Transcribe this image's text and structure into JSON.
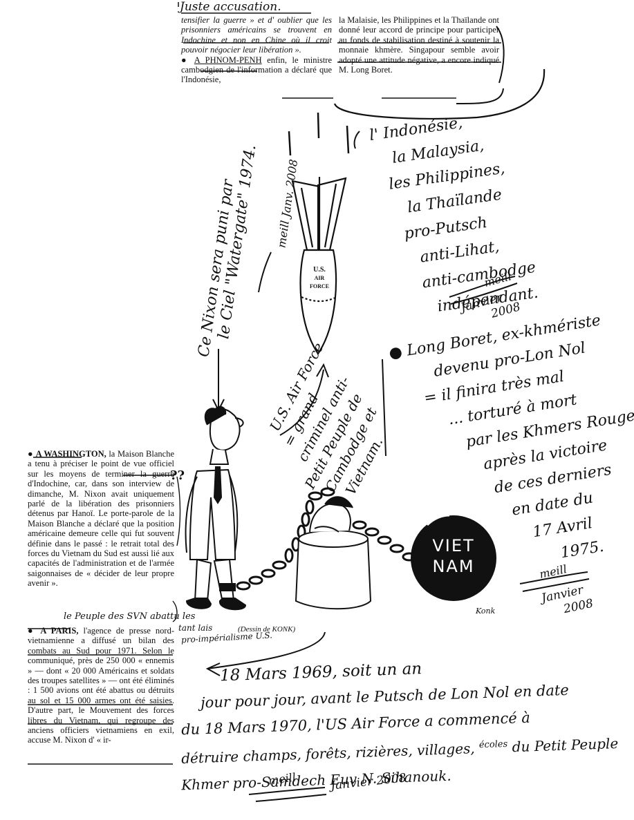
{
  "top_handwritten_header": "Juste accusation.",
  "top_left_article": {
    "text": "tensifier la guerre » et d' oublier que les prisonniers américains se trouvent en Indochine et non en Chine où il croit pouvoir négocier leur libération ».",
    "para2_lead": "A PHNOM-PENH",
    "para2_text": "enfin, le ministre cambodgien de l'information a déclaré que l'Indonésie,"
  },
  "top_right_article": {
    "text": "la Malaisie, les Philippines et la Thaïlande ont donné leur accord de principe pour participer au fonds de stabilisation destiné à soutenir la monnaie khmère. Singapour semble avoir adopté une attitude négative, a encore indiqué M. Long Boret."
  },
  "vertical_note": {
    "line1": "Ce Nixon sera puni par",
    "line2": "le Ciel \"Watergate\" 1974.",
    "signature": "meill",
    "date": "Janv. 2008"
  },
  "bomb_label": {
    "line1": "U.S.",
    "line2": "AIR FORCE"
  },
  "right_note_countries": {
    "lines": [
      "l' Indonésie,",
      "la Malaysia,",
      "les Philippines,",
      "la Thaïlande",
      "pro-Putsch",
      "anti-Lihat,",
      "anti-cambodge",
      "indépendant."
    ],
    "signature": "meill",
    "date_line1": "Janvier",
    "date_line2": "2008"
  },
  "long_boret_note": {
    "lines": [
      "Long Boret, ex-khmériste",
      "devenu pro-Lon Nol",
      "= il finira très mal",
      "... torturé à mort",
      "par les Khmers Rouges",
      "après la victoire",
      "de ces derniers",
      "en date du",
      "17 Avril",
      "1975."
    ],
    "signature": "meill",
    "date_line1": "Janvier",
    "date_line2": "2008"
  },
  "diagonal_note": {
    "lines": [
      "U.S. Air Force",
      "= grand",
      "criminel anti-",
      "Petit Peuple de",
      "Cambodge et",
      "Vietnam."
    ]
  },
  "cartoon": {
    "ball_line1": "VIET",
    "ball_line2": "NAM",
    "question_marks": "??",
    "caption": "(Dessin de KONK)",
    "artist_signature": "Konk"
  },
  "washington_article": {
    "lead": "A WASHINGTON,",
    "text": "la Maison Blanche a tenu à préciser le point de vue officiel sur les moyens de terminer la guerre d'Indochine, car, dans son interview de dimanche, M. Nixon avait uniquement parlé de la libération des prisonniers détenus par Hanoï. Le porte-parole de la Maison Blanche a déclaré que la position américaine demeure celle qui fut souvent définie dans le passé : le retrait total des forces du Vietnam du Sud est aussi lié aux capacités de l'administration et de l'armée saigonnaises de « décider de leur propre avenir »."
  },
  "paris_article": {
    "lead": "A PARIS,",
    "text": "l'agence de presse nord-vietnamienne a diffusé un bilan des combats au Sud pour 1971. Selon le communiqué, près de 250 000 « ennemis » — dont « 20 000 Américains et soldats des troupes satellites » — ont été éliminés : 1 500 avions ont été abattus ou détruits au sol et 15 000 armes ont été saisies. D'autre part, le Mouvement des forces libres du Vietnam, qui regroupe des anciens officiers vietnamiens en exil, accuse M. Nixon d' « ir-"
  },
  "margin_note": {
    "line1": "le Peuple des SVN abattu les",
    "line2": "tant lais",
    "line3": "pro-impérialisme U.S."
  },
  "bottom_note": {
    "line1": "18 Mars 1969, soit un an",
    "line2": "jour pour jour, avant le Putsch de Lon Nol en date",
    "line3": "du 18 Mars 1970, l'US Air Force a commencé à",
    "line4": "détruire champs, forêts, rizières, villages,",
    "line4_insert": "écoles",
    "line4_end": "du Petit Peuple",
    "line5": "Khmer pro-Samdech Euv N. Sihanouk.",
    "signature": "meill",
    "date": "Janvier 2008"
  }
}
